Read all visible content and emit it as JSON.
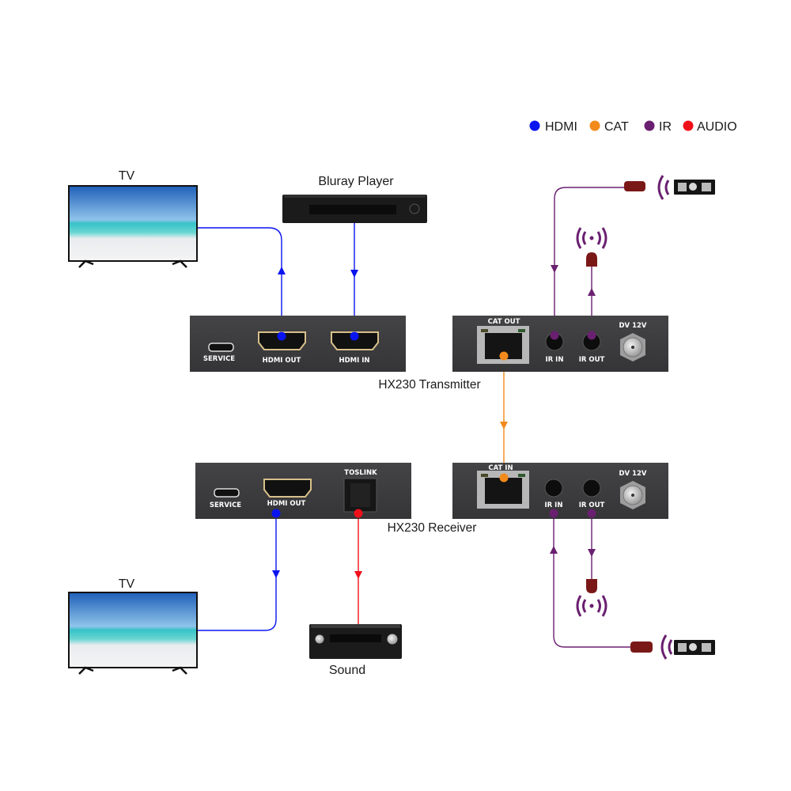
{
  "legend": {
    "items": [
      {
        "label": "HDMI",
        "color": "#0a14f0"
      },
      {
        "label": "CAT",
        "color": "#f28a1c"
      },
      {
        "label": "IR",
        "color": "#6a2070"
      },
      {
        "label": "AUDIO",
        "color": "#f0101a"
      }
    ]
  },
  "devices": {
    "tv_top": "TV",
    "bluray": "Bluray Player",
    "tv_bottom": "TV",
    "sound": "Sound"
  },
  "transmitter": {
    "title": "HX230 Transmitter",
    "ports_left": [
      "SERVICE",
      "HDMI OUT",
      "HDMI IN"
    ],
    "ports_right": [
      "CAT OUT",
      "IR IN",
      "IR OUT",
      "DV 12V"
    ]
  },
  "receiver": {
    "title": "HX230 Receiver",
    "ports_left": [
      "SERVICE",
      "HDMI OUT",
      "TOSLINK"
    ],
    "ports_right": [
      "CAT IN",
      "IR IN",
      "IR OUT",
      "DV 12V"
    ]
  },
  "colors": {
    "hdmi": "#0a14f0",
    "cat": "#f28a1c",
    "ir": "#6a2070",
    "audio": "#f0101a",
    "panel": "#3b3b3d"
  }
}
